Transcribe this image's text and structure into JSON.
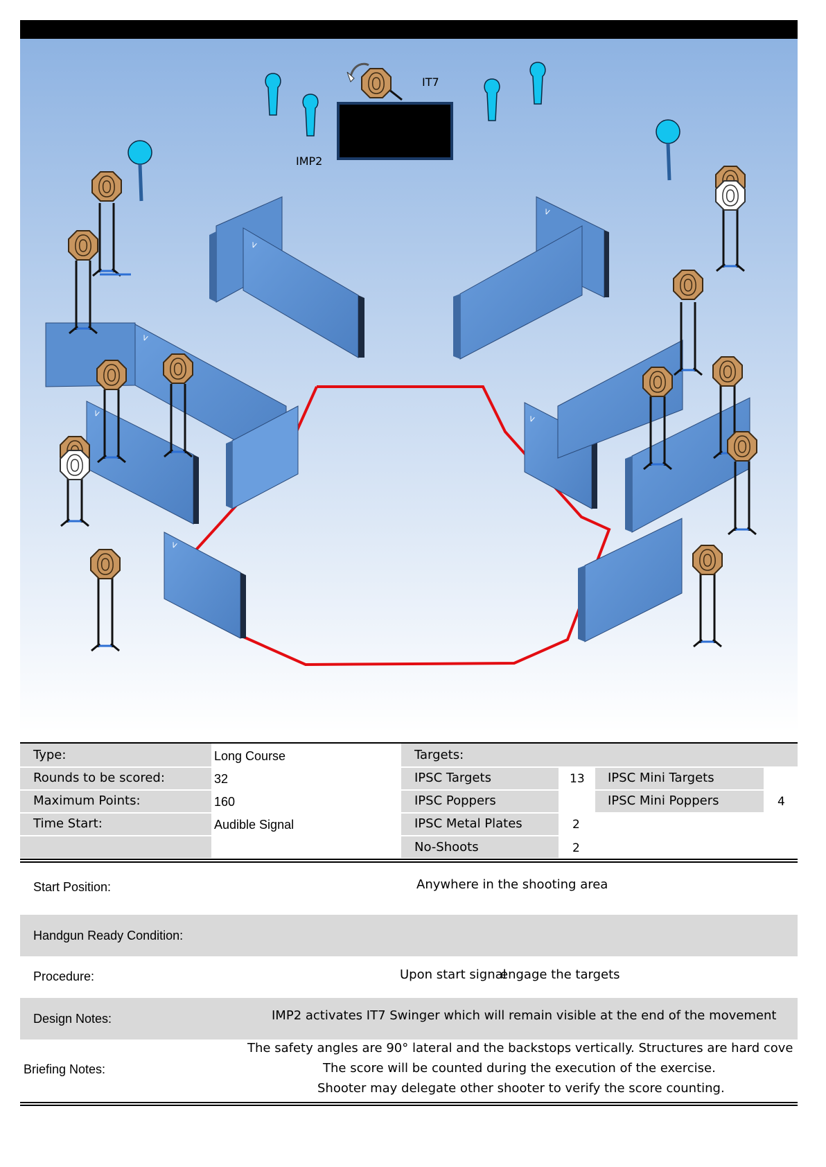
{
  "diagram": {
    "labels": {
      "it7": "IT7",
      "imp2": "IMP2",
      "wall_mark": "V"
    },
    "colors": {
      "sky_top": "#8eb3e2",
      "sky_bottom": "#ffffff",
      "wall_face": "#5b8fd0",
      "wall_dark": "#1c2a40",
      "fault_line": "#e30d12",
      "target": "#c8955e",
      "noshoot": "#ffffff",
      "popper": "#13c4ef"
    }
  },
  "info": {
    "type_label": "Type:",
    "type_value": "Long Course",
    "rounds_label": "Rounds to be scored:",
    "rounds_value": "32",
    "points_label": "Maximum Points:",
    "points_value": "160",
    "start_label": "Time Start:",
    "start_value": "Audible Signal",
    "targets_label": "Targets:",
    "ipsc_targets_label": "IPSC Targets",
    "ipsc_targets_value": "13",
    "ipsc_poppers_label": "IPSC Poppers",
    "ipsc_poppers_value": "",
    "metal_plates_label": "IPSC Metal Plates",
    "metal_plates_value": "2",
    "noshoots_label": "No-Shoots",
    "noshoots_value": "2",
    "mini_targets_label": "IPSC Mini Targets",
    "mini_targets_value": "",
    "mini_poppers_label": "IPSC Mini Poppers",
    "mini_poppers_value": "4"
  },
  "notes": {
    "start_position_label": "Start Position:",
    "start_position_value": "Anywhere in the shooting area",
    "ready_label": "Handgun Ready Condition:",
    "ready_value": "",
    "procedure_label": "Procedure:",
    "procedure_value_a": "Upon start signal",
    "procedure_value_b": "engage the targets",
    "design_label": "Design Notes:",
    "design_value": "IMP2 activates IT7 Swinger which will remain visible at the end of the movement",
    "briefing_label": "Briefing Notes:",
    "briefing_1": "The safety angles are 90° lateral and the backstops vertically. Structures are hard cove",
    "briefing_2": "The score will be counted during the execution of the exercise.",
    "briefing_3": "Shooter may delegate other shooter to verify the score counting."
  }
}
